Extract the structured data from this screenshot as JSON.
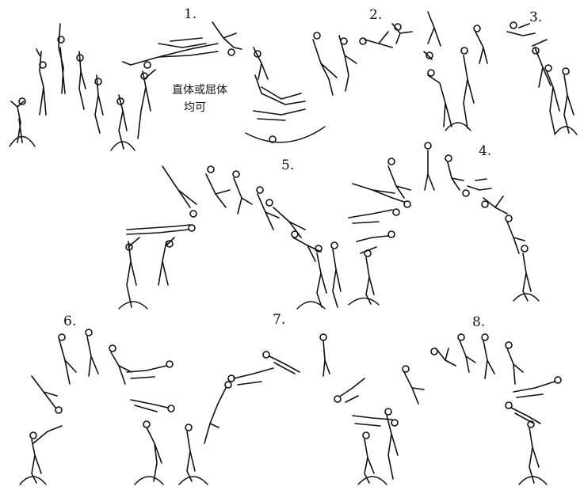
{
  "sequence_labels": [
    "1.",
    "2.",
    "3.",
    "4.",
    "5.",
    "6.",
    "7.",
    "8."
  ],
  "note": {
    "line1": "直体或屈体",
    "line2": "均可"
  }
}
